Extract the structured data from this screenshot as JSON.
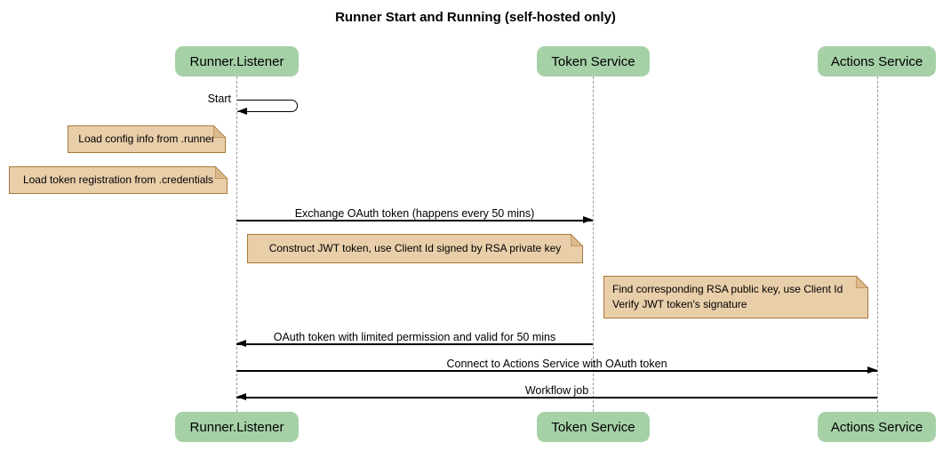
{
  "title": "Runner Start and Running (self-hosted only)",
  "actors": {
    "runner": "Runner.Listener",
    "token": "Token Service",
    "actions": "Actions Service"
  },
  "messages": {
    "start": "Start",
    "exchange": "Exchange OAuth token (happens every 50 mins)",
    "oauth_return": "OAuth token with limited permission and valid for 50 mins",
    "connect": "Connect to Actions Service with OAuth token",
    "workflow": "Workflow job"
  },
  "notes": {
    "load_config": "Load config info from .runner",
    "load_token": "Load token registration from .credentials",
    "construct_jwt": "Construct JWT token, use Client Id signed by RSA private key",
    "verify_jwt": "Find corresponding RSA public key, use Client Id\nVerify JWT token's signature"
  },
  "colors": {
    "actor_fill": "#a6d1a7",
    "note_fill": "#e9ceaa",
    "note_fold": "#dcba8e",
    "note_border": "#a8793a",
    "lifeline": "#999999",
    "line": "#000000",
    "text": "#000000",
    "background": "#ffffff"
  }
}
